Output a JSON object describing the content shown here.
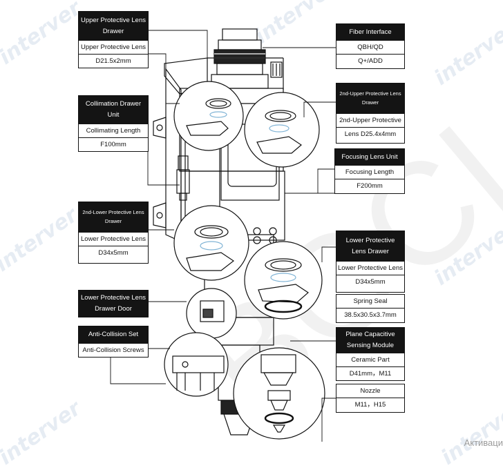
{
  "labels": {
    "upper_drawer": {
      "title": "Upper Protective Lens Drawer",
      "lines": [
        "Upper Protective Lens",
        "D21.5x2mm"
      ]
    },
    "fiber": {
      "title": "Fiber Interface",
      "lines": [
        "QBH/QD",
        "Q+/ADD"
      ]
    },
    "collimation": {
      "title": "Collimation Drawer Unit",
      "lines": [
        "Collimating Length",
        "F100mm"
      ]
    },
    "second_upper": {
      "title": "2nd-Upper Protective Lens Drawer",
      "lines": [
        "2nd-Upper Protective",
        "Lens D25.4x4mm"
      ]
    },
    "focusing": {
      "title": "Focusing Lens Unit",
      "lines": [
        "Focusing Length",
        "F200mm"
      ]
    },
    "second_lower": {
      "title": "2nd-Lower Protective Lens Drawer",
      "lines": [
        "Lower Protective Lens",
        "D34x5mm"
      ]
    },
    "lower_drawer": {
      "title": "Lower Protective Lens Drawer",
      "lines": [
        "Lower Protective Lens",
        "D34x5mm"
      ]
    },
    "spring_seal": {
      "lines": [
        "Spring Seal",
        "38.5x30.5x3.7mm"
      ]
    },
    "lower_door": {
      "title": "Lower Protective Lens Drawer Door"
    },
    "anti_collision": {
      "title": "Anti-Collision Set",
      "lines": [
        "Anti-Collision Screws"
      ]
    },
    "capacitive": {
      "title": "Plane Capacitive Sensing Module",
      "lines": [
        "Ceramic Part",
        "D41mm，M11"
      ]
    },
    "nozzle": {
      "lines": [
        "Nozzle",
        "M11，H15"
      ]
    }
  },
  "watermark_text": "interver",
  "center_watermark": "BOCI",
  "os_overlay": "Активаци"
}
